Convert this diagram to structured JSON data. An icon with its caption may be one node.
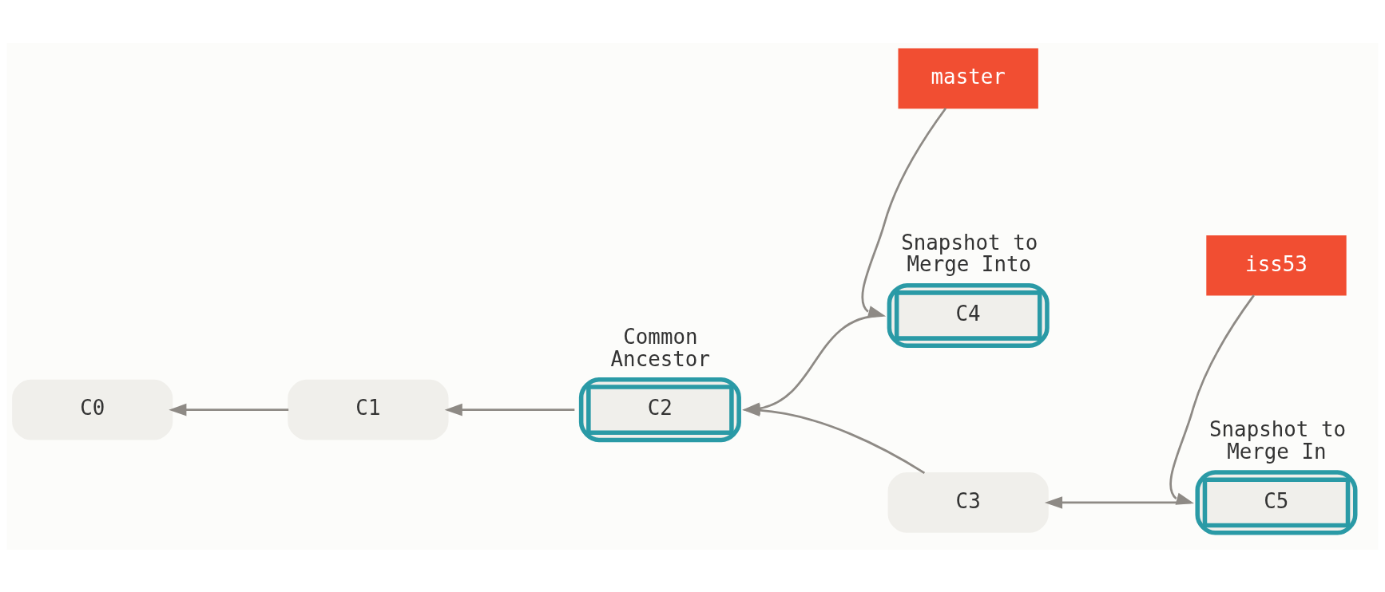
{
  "diagram": {
    "nodes": [
      {
        "text": [
          "master"
        ]
      },
      {
        "text": [
          "C0"
        ]
      },
      {
        "text": [
          "C1"
        ]
      },
      {
        "text": [
          "C2"
        ],
        "beside": [
          "Common Ancestor"
        ]
      },
      {
        "text": [
          "C4"
        ],
        "beside": [
          "Snapshot to Merge Into"
        ]
      },
      {
        "text": [
          "C3"
        ]
      },
      {
        "text": [
          "C5"
        ],
        "beside": [
          "Snapshot to Merge In"
        ]
      },
      {
        "text": [
          "iss53"
        ]
      }
    ],
    "edges": [
      {
        "from": 2,
        "to": 1,
        "arrow": "to"
      },
      {
        "from": 3,
        "to": 2,
        "arrow": "to"
      },
      {
        "from": 4,
        "to": 3,
        "arrow": "to"
      },
      {
        "from": 5,
        "to": 3,
        "arrow": "to"
      },
      {
        "from": 6,
        "to": 5,
        "arrow": "to"
      },
      {
        "from": 0,
        "to": 4,
        "arrow": "to"
      },
      {
        "from": 7,
        "to": 6,
        "arrow": "to"
      }
    ]
  }
}
